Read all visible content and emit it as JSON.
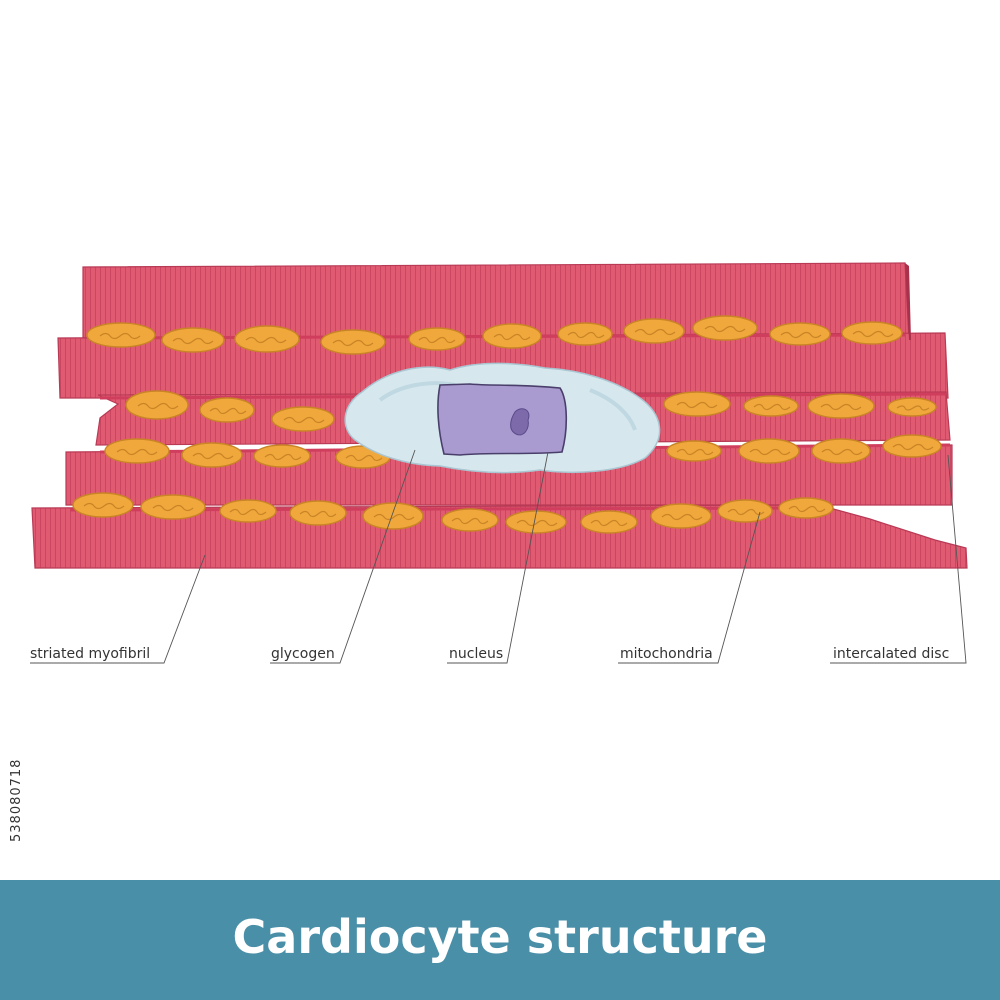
{
  "title": "Cardiocyte structure",
  "stock_id": "538080718",
  "labels": {
    "striated_myofibril": "striated myofibril",
    "glycogen": "glycogen",
    "nucleus": "nucleus",
    "mitochondria": "mitochondria",
    "intercalated_disc": "intercalated disc"
  },
  "colors": {
    "muscle": "#e05a72",
    "muscle_dark": "#b83a55",
    "striation": "#c9445f",
    "mitochondria": "#f0a83c",
    "mitochondria_edge": "#c98426",
    "glycogen": "#d6e8ee",
    "nucleus": "#a99bd0",
    "banner": "#4a8fa8",
    "leader": "#555555"
  }
}
